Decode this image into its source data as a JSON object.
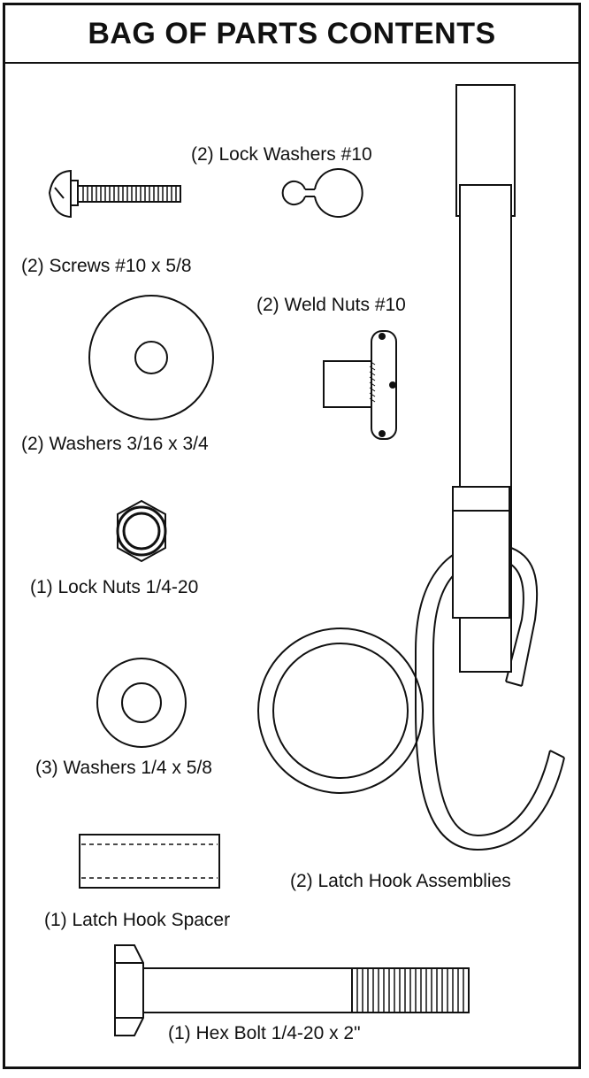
{
  "title": "BAG OF PARTS CONTENTS",
  "parts": [
    {
      "label": "(2) Lock Washers #10",
      "icon": "lock-washer-icon"
    },
    {
      "label": "(2) Screws #10 x 5/8",
      "icon": "screw-icon"
    },
    {
      "label": "(2) Weld Nuts #10",
      "icon": "weld-nut-icon"
    },
    {
      "label": "(2) Washers 3/16 x 3/4",
      "icon": "washer-icon"
    },
    {
      "label": "(1) Lock Nuts 1/4-20",
      "icon": "lock-nut-icon"
    },
    {
      "label": "(3) Washers 1/4 x 5/8",
      "icon": "washer-icon"
    },
    {
      "label": "(1) Latch Hook Spacer",
      "icon": "spacer-icon"
    },
    {
      "label": "(2) Latch Hook Assemblies",
      "icon": "latch-hook-icon"
    },
    {
      "label": "(1) Hex Bolt 1/4-20 x 2\"",
      "icon": "hex-bolt-icon"
    }
  ]
}
